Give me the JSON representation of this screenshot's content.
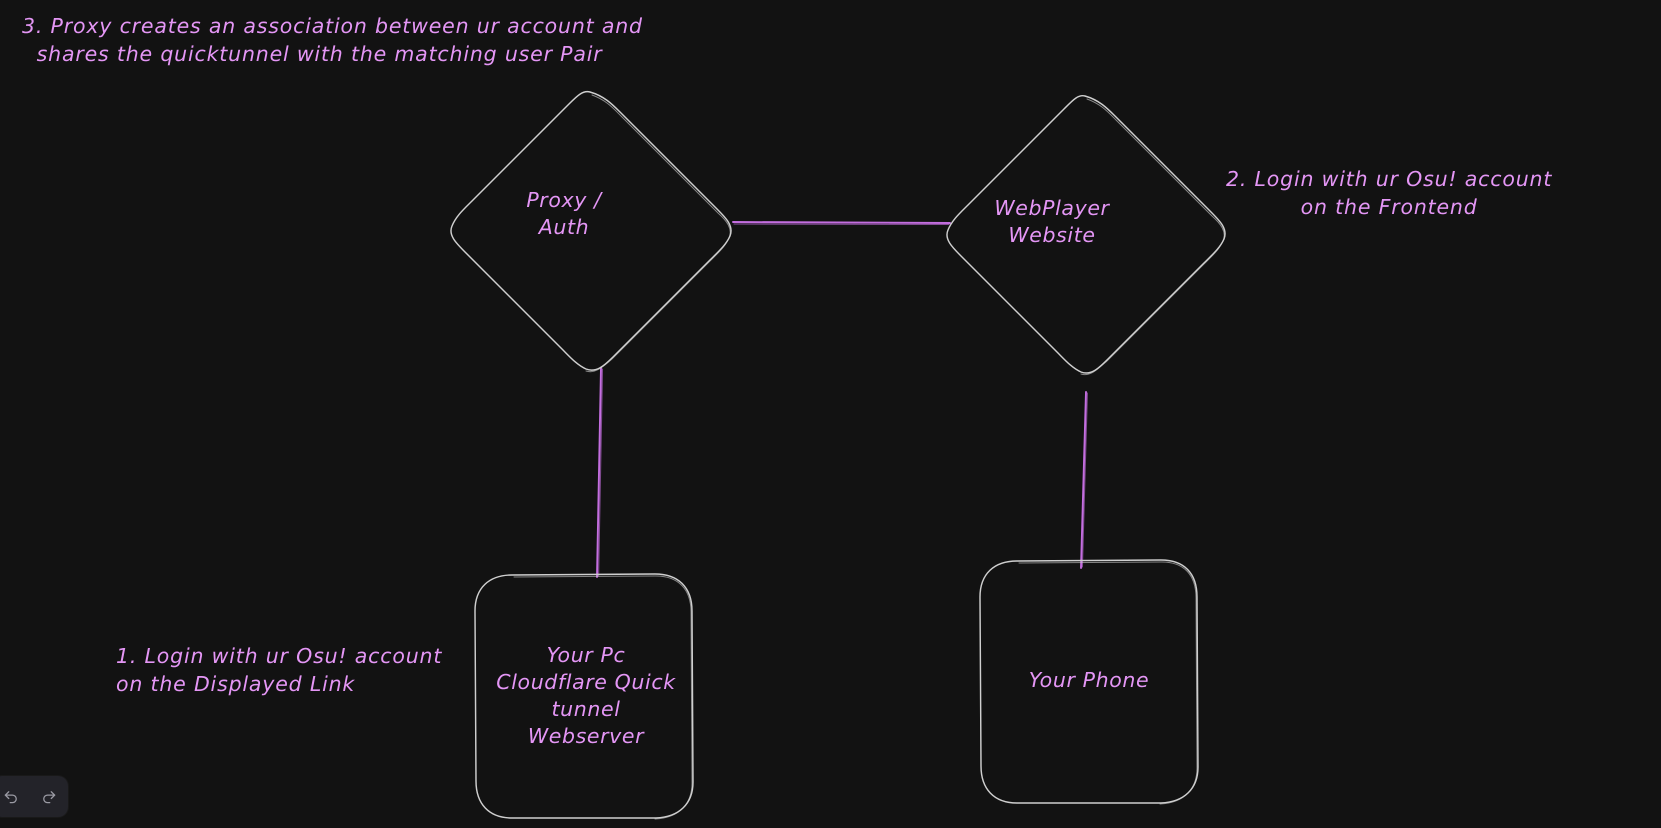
{
  "app": {
    "background_color": "#121212",
    "stroke_color": "#c8c8c8",
    "text_color": "#e496f5",
    "connector_color": "#c46ee0"
  },
  "notes": [
    {
      "id": "step3",
      "text": "3. Proxy creates an association between ur account and\n  shares the quicktunnel with the matching user Pair"
    },
    {
      "id": "step2",
      "text": "2. Login with ur Osu! account\non the Frontend"
    },
    {
      "id": "step1",
      "text": "1. Login with ur Osu! account\non the Displayed Link"
    }
  ],
  "shapes": {
    "proxy_auth": {
      "label": "Proxy /\nAuth",
      "type": "diamond"
    },
    "webplayer_website": {
      "label": "WebPlayer\nWebsite",
      "type": "diamond"
    },
    "your_pc": {
      "label": "Your Pc\nCloudflare Quick\ntunnel\nWebserver",
      "type": "rounded-rectangle"
    },
    "your_phone": {
      "label": "Your Phone",
      "type": "rounded-rectangle"
    }
  },
  "connectors": [
    {
      "from": "proxy_auth",
      "to": "webplayer_website",
      "orientation": "horizontal"
    },
    {
      "from": "proxy_auth",
      "to": "your_pc",
      "orientation": "vertical"
    },
    {
      "from": "webplayer_website",
      "to": "your_phone",
      "orientation": "vertical"
    }
  ],
  "toolbar": {
    "undo_label": "Undo",
    "redo_label": "Redo",
    "undo_icon": "undo-arrow-icon",
    "redo_icon": "redo-arrow-icon"
  }
}
